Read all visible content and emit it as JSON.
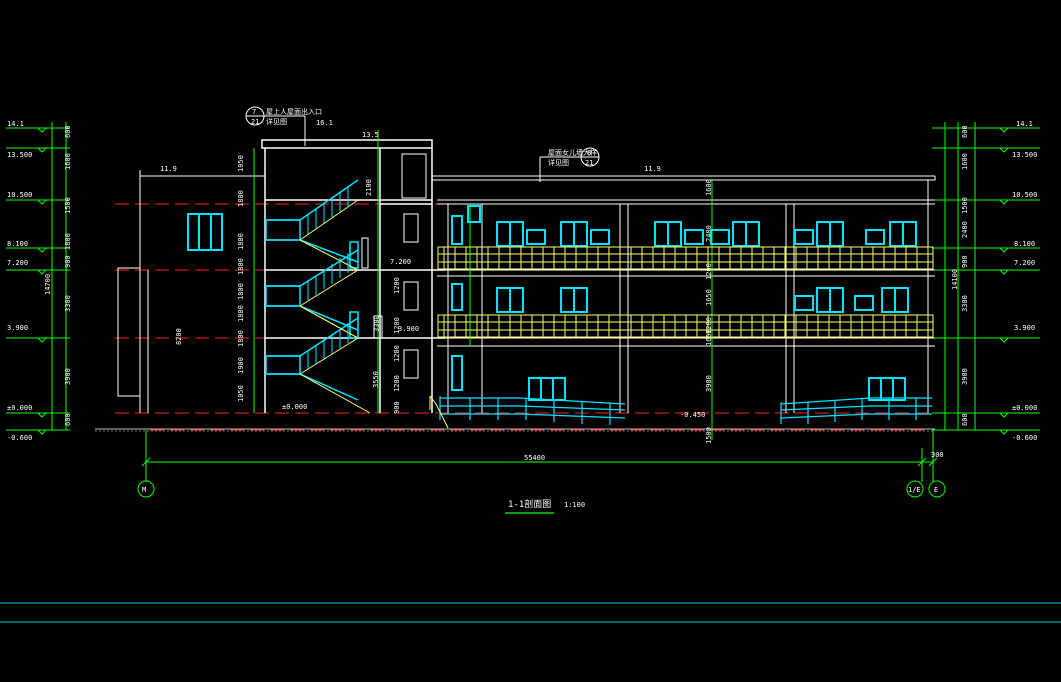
{
  "title": {
    "main": "1-1剖面图",
    "scale": "1:100"
  },
  "colors": {
    "background": "#000000",
    "building": "#ffffff",
    "dimension": "#00ff00",
    "window": "#00e5ff",
    "railing": "#ffff66",
    "ground_dash": "#ff0000",
    "bottom_rule": "#00c8c8"
  },
  "levels_left": [
    "14.1",
    "13.500",
    "10.500",
    "8.100",
    "7.200",
    "3.900",
    "±0.000",
    "-0.600"
  ],
  "levels_right": [
    "14.1",
    "13.500",
    "10.500",
    "8.100",
    "7.200",
    "3.900",
    "±0.000",
    "-0.600"
  ],
  "dims_left": [
    "600",
    "1600",
    "1500",
    "1800",
    "900",
    "3300",
    "3900",
    "600"
  ],
  "dims_left_total": "14700",
  "dims_right": [
    "600",
    "1600",
    "1500",
    "2400",
    "900",
    "3300",
    "3900",
    "600"
  ],
  "dims_right_total": "14100",
  "interior_levels": {
    "roof_top": "16.1",
    "roof_stair": "13.5",
    "eave_left": "11.9",
    "eave_right": "11.9",
    "landing_1": "7.200",
    "landing_2": "3.900",
    "ground": "±0.000",
    "yard": "-0.450"
  },
  "annotations": {
    "left_callout_num": "7",
    "left_callout_sheet": "21",
    "left_callout_text": "屋上人屋面出入口",
    "left_callout_sub": "详见图",
    "right_callout_num": "8",
    "right_callout_sheet": "21",
    "right_callout_text": "屋面女儿墙大样",
    "right_callout_sub": "详见图"
  },
  "stair_dims": [
    "1050",
    "1800",
    "1800",
    "1800",
    "1800",
    "1800",
    "1800",
    "1900",
    "1050"
  ],
  "wall_dims": [
    "2100",
    "1200",
    "1200",
    "1200",
    "3550",
    "1200",
    "900",
    "3300",
    "8200"
  ],
  "mid_dims": [
    "1600",
    "2400",
    "1200",
    "1650",
    "1650",
    "1200",
    "3900",
    "1500"
  ],
  "bottom": {
    "total_length": "55400",
    "end_offset": "300"
  },
  "axes": [
    "M",
    "1/E",
    "E"
  ]
}
